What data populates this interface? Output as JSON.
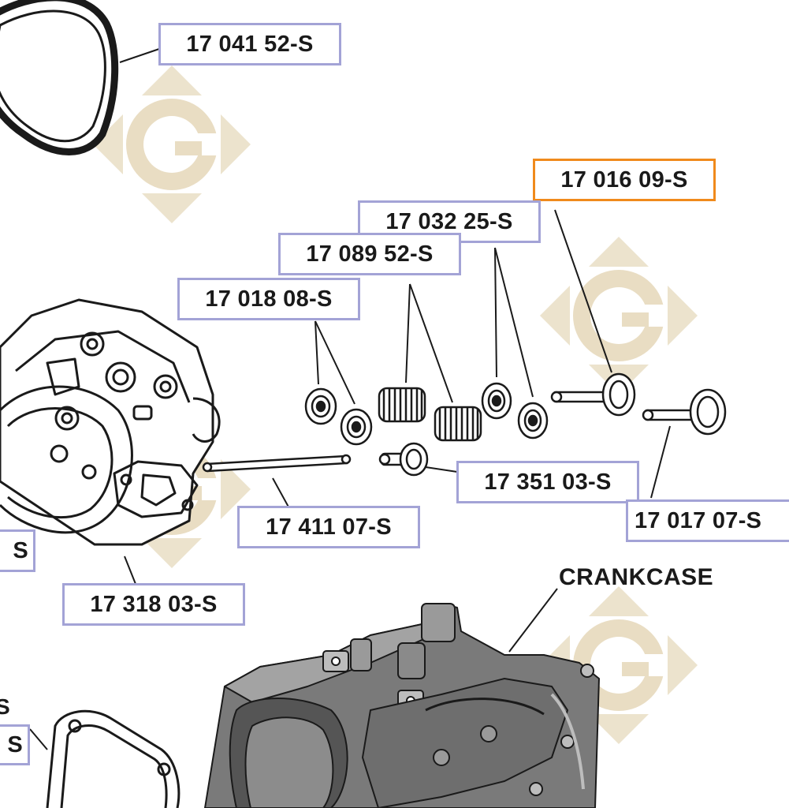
{
  "colors": {
    "label_border": "#a3a3d6",
    "highlight_border": "#f08a1c",
    "watermark": "#e9ddc3",
    "ink": "#1a1a1a"
  },
  "watermark_icon": "g-logo-watermark",
  "parts": [
    {
      "id": "p1",
      "number": "17 041 52-S"
    },
    {
      "id": "p2",
      "number": "17 016 09-S"
    },
    {
      "id": "p3",
      "number": "17 032 25-S"
    },
    {
      "id": "p4",
      "number": "17 089 52-S"
    },
    {
      "id": "p5",
      "number": "17 018 08-S"
    },
    {
      "id": "p6",
      "number": "17 351 03-S"
    },
    {
      "id": "p7",
      "number": "17 017 07-S"
    },
    {
      "id": "p8",
      "number": "17 411 07-S"
    },
    {
      "id": "p9",
      "number": "17 318 03-S"
    }
  ],
  "partial_labels": [
    "S",
    "S",
    "S"
  ],
  "crankcase_label": "CRANKCASE"
}
